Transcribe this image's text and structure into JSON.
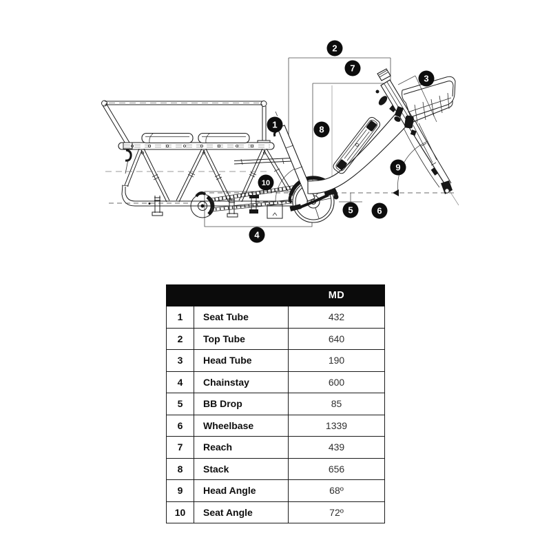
{
  "colors": {
    "ink": "#1c1c1c",
    "dimension_lines": "#4a4a4a",
    "callout_bg": "#0d0d0d",
    "callout_text": "#ffffff",
    "table_header_bg": "#0b0b0b",
    "table_header_text": "#ffffff",
    "table_label_text": "#0e0e0e",
    "table_value_text": "#2f2f2f"
  },
  "diagram": {
    "description": "cargo-bike-geometry-line-drawing",
    "callouts": [
      {
        "n": "1"
      },
      {
        "n": "2"
      },
      {
        "n": "3"
      },
      {
        "n": "4"
      },
      {
        "n": "5"
      },
      {
        "n": "6"
      },
      {
        "n": "7"
      },
      {
        "n": "8"
      },
      {
        "n": "9"
      },
      {
        "n": "10"
      }
    ]
  },
  "table": {
    "size_header": "MD",
    "rows": [
      {
        "num": "1",
        "label": "Seat Tube",
        "value": "432"
      },
      {
        "num": "2",
        "label": "Top Tube",
        "value": "640"
      },
      {
        "num": "3",
        "label": "Head Tube",
        "value": "190"
      },
      {
        "num": "4",
        "label": "Chainstay",
        "value": "600"
      },
      {
        "num": "5",
        "label": "BB Drop",
        "value": "85"
      },
      {
        "num": "6",
        "label": "Wheelbase",
        "value": "1339"
      },
      {
        "num": "7",
        "label": "Reach",
        "value": "439"
      },
      {
        "num": "8",
        "label": "Stack",
        "value": "656"
      },
      {
        "num": "9",
        "label": "Head Angle",
        "value": "68º"
      },
      {
        "num": "10",
        "label": "Seat Angle",
        "value": "72º"
      }
    ]
  }
}
